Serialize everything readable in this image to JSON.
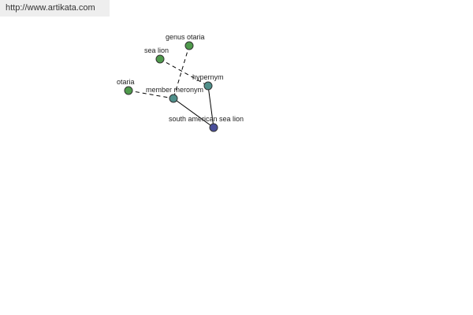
{
  "site": {
    "url": "http://www.artikata.com"
  },
  "colors": {
    "leaf_node": "#4f9a4c",
    "mid_node": "#4f8f8a",
    "center_node": "#4a4f9a"
  },
  "graph": {
    "nodes": {
      "genus_otaria": {
        "label": "genus otaria",
        "kind": "leaf"
      },
      "sea_lion": {
        "label": "sea lion",
        "kind": "leaf"
      },
      "otaria": {
        "label": "otaria",
        "kind": "leaf"
      },
      "hypernym": {
        "label": "hypernym",
        "kind": "mid"
      },
      "member_meronym": {
        "label": "member meronym",
        "kind": "mid"
      },
      "south_american_sea_lion": {
        "label": "south american sea lion",
        "kind": "center"
      }
    }
  }
}
